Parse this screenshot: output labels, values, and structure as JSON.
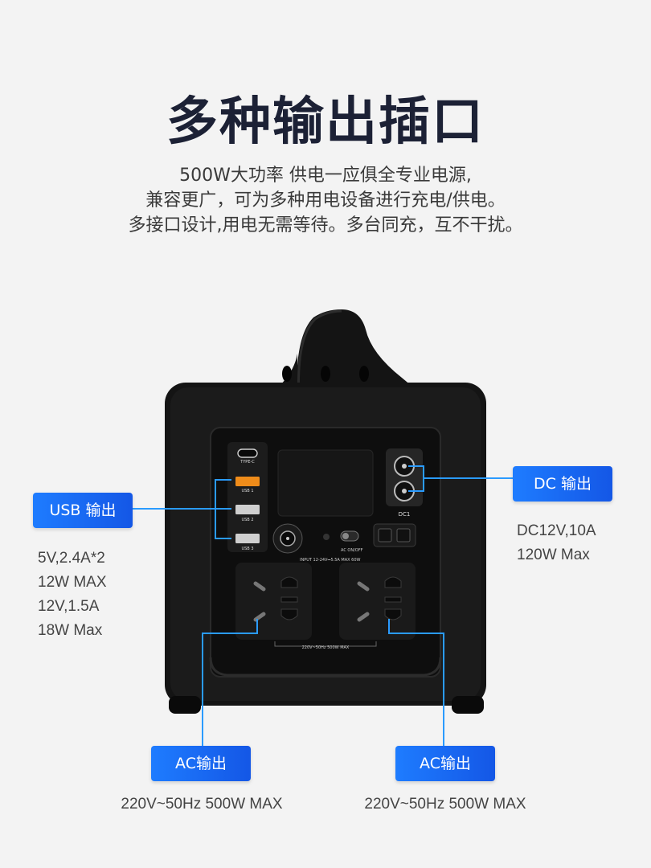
{
  "title": "多种输出插口",
  "description": [
    "500W大功率 供电一应俱全专业电源,",
    "兼容更广，可为多种用电设备进行充电/供电。",
    "多接口设计,用电无需等待。多台同充，互不干扰。"
  ],
  "usb": {
    "label": "USB 输出",
    "specs": [
      "5V,2.4A*2",
      "12W MAX",
      "12V,1.5A",
      "18W Max"
    ]
  },
  "dc": {
    "label": "DC 输出",
    "specs": [
      "DC12V,10A",
      "120W Max"
    ]
  },
  "ac_left": {
    "label": "AC输出",
    "spec": "220V~50Hz 500W MAX"
  },
  "ac_right": {
    "label": "AC输出",
    "spec": "220V~50Hz 500W MAX"
  },
  "panel": {
    "type_c": "TYPE-C",
    "usb1": "USB 1",
    "usb2": "USB 2",
    "usb3": "USB 3",
    "dc1": "DC1",
    "input": "INPUT 12-24V⎓5.5A MAX 60W",
    "ac_switch": "AC ON/OFF",
    "ac_rating": "220V~50Hz 500W MAX"
  },
  "colors": {
    "accent": "#1e6ff5",
    "line": "#2a9bff",
    "device": "#111111"
  }
}
